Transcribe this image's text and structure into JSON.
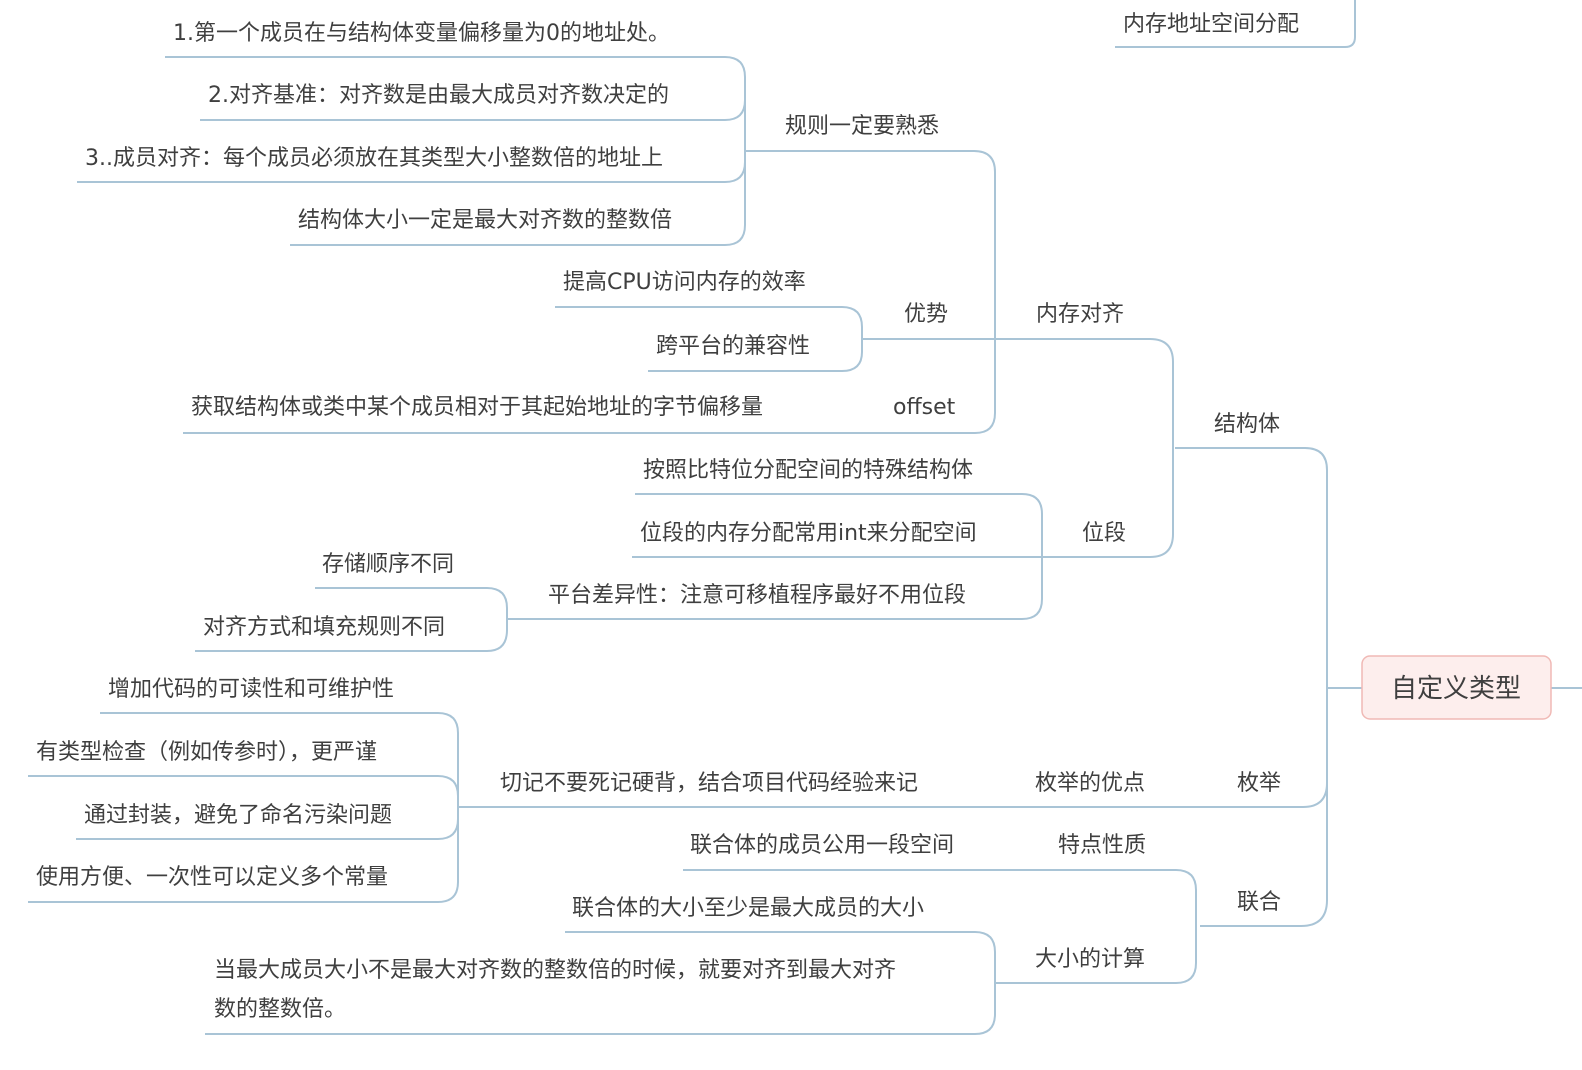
{
  "colors": {
    "line": "#a9c4d6",
    "text": "#3f3f3f",
    "accent": "#e0302a",
    "root_fill": "#fdeeed",
    "root_border": "#f0b9b5"
  },
  "root": {
    "label": "自定义类型"
  },
  "top_right": {
    "label": "内存地址空间分配"
  },
  "struct": {
    "label": "结构体",
    "mem_align": {
      "label": "内存对齐",
      "rules": {
        "label": "规则一定要熟悉",
        "items": [
          "1.第一个成员在与结构体变量偏移量为0的地址处。",
          "2.对齐基准：对齐数是由最大成员对齐数决定的",
          "3..成员对齐：每个成员必须放在其类型大小整数倍的地址上",
          "结构体大小一定是最大对齐数的整数倍"
        ]
      },
      "advantage": {
        "label": "优势",
        "items": [
          "提高CPU访问内存的效率",
          "跨平台的兼容性"
        ]
      },
      "offset": {
        "label": "offset",
        "desc": "获取结构体或类中某个成员相对于其起始地址的字节偏移量"
      }
    },
    "bitfield": {
      "label": "位段",
      "items": [
        "按照比特位分配空间的特殊结构体",
        "位段的内存分配常用int来分配空间",
        "平台差异性：注意可移植程序最好不用位段"
      ],
      "platform_sub": [
        "存储顺序不同",
        "对齐方式和填充规则不同"
      ]
    }
  },
  "enum": {
    "label": "枚举",
    "adv": {
      "label": "枚举的优点",
      "note": "切记不要死记硬背，结合项目代码经验来记",
      "items": [
        "增加代码的可读性和可维护性",
        "有类型检查（例如传参时），更严谨",
        "通过封装，避免了命名污染问题",
        "使用方便、一次性可以定义多个常量"
      ]
    }
  },
  "union": {
    "label": "联合",
    "feature": {
      "label": "特点性质",
      "desc": "联合体的成员公用一段空间"
    },
    "size": {
      "label": "大小的计算",
      "items": [
        "联合体的大小至少是最大成员的大小",
        "当最大成员大小不是最大对齐数的整数倍的时候，就要对齐到最大对齐",
        "数的整数倍。"
      ]
    }
  }
}
